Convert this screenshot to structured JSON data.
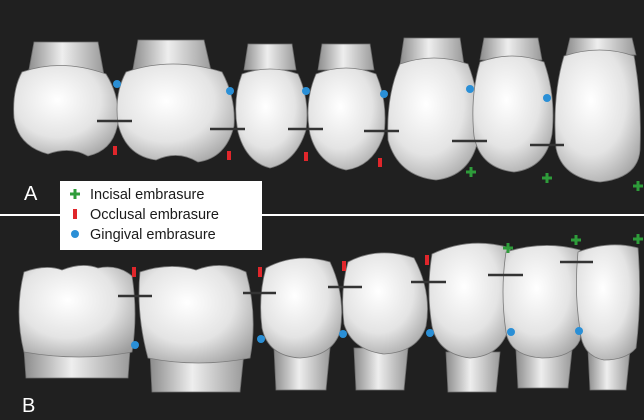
{
  "panels": [
    {
      "letter": "A"
    },
    {
      "letter": "B"
    }
  ],
  "legend": {
    "items": [
      {
        "label": "Incisal embrasure",
        "marker": "green-plus",
        "color": "#2e9c3a"
      },
      {
        "label": "Occlusal embrasure",
        "marker": "red-bar",
        "color": "#e0262b"
      },
      {
        "label": "Gingival embrasure",
        "marker": "blue-dot",
        "color": "#2a8fd6"
      }
    ]
  },
  "colors": {
    "background": "#202020",
    "divider": "#ffffff",
    "tooth": "#d9d9d9",
    "contact_line": "#333333"
  }
}
